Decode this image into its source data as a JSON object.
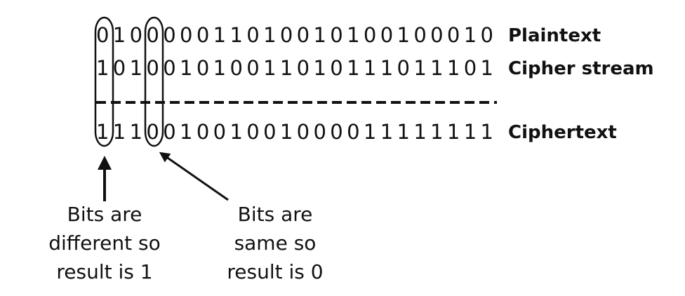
{
  "rows": [
    {
      "bits": "010000011010010100100010",
      "label": "Plaintext"
    },
    {
      "bits": "101001010011010111011101",
      "label": "Cipher stream"
    },
    {
      "bits": "111001001001000011111111",
      "label": "Ciphertext"
    }
  ],
  "annotations": {
    "left_lines": [
      "Bits are",
      "different so",
      "result is 1"
    ],
    "right_lines": [
      "Bits are",
      "same so",
      "result is 0"
    ]
  }
}
